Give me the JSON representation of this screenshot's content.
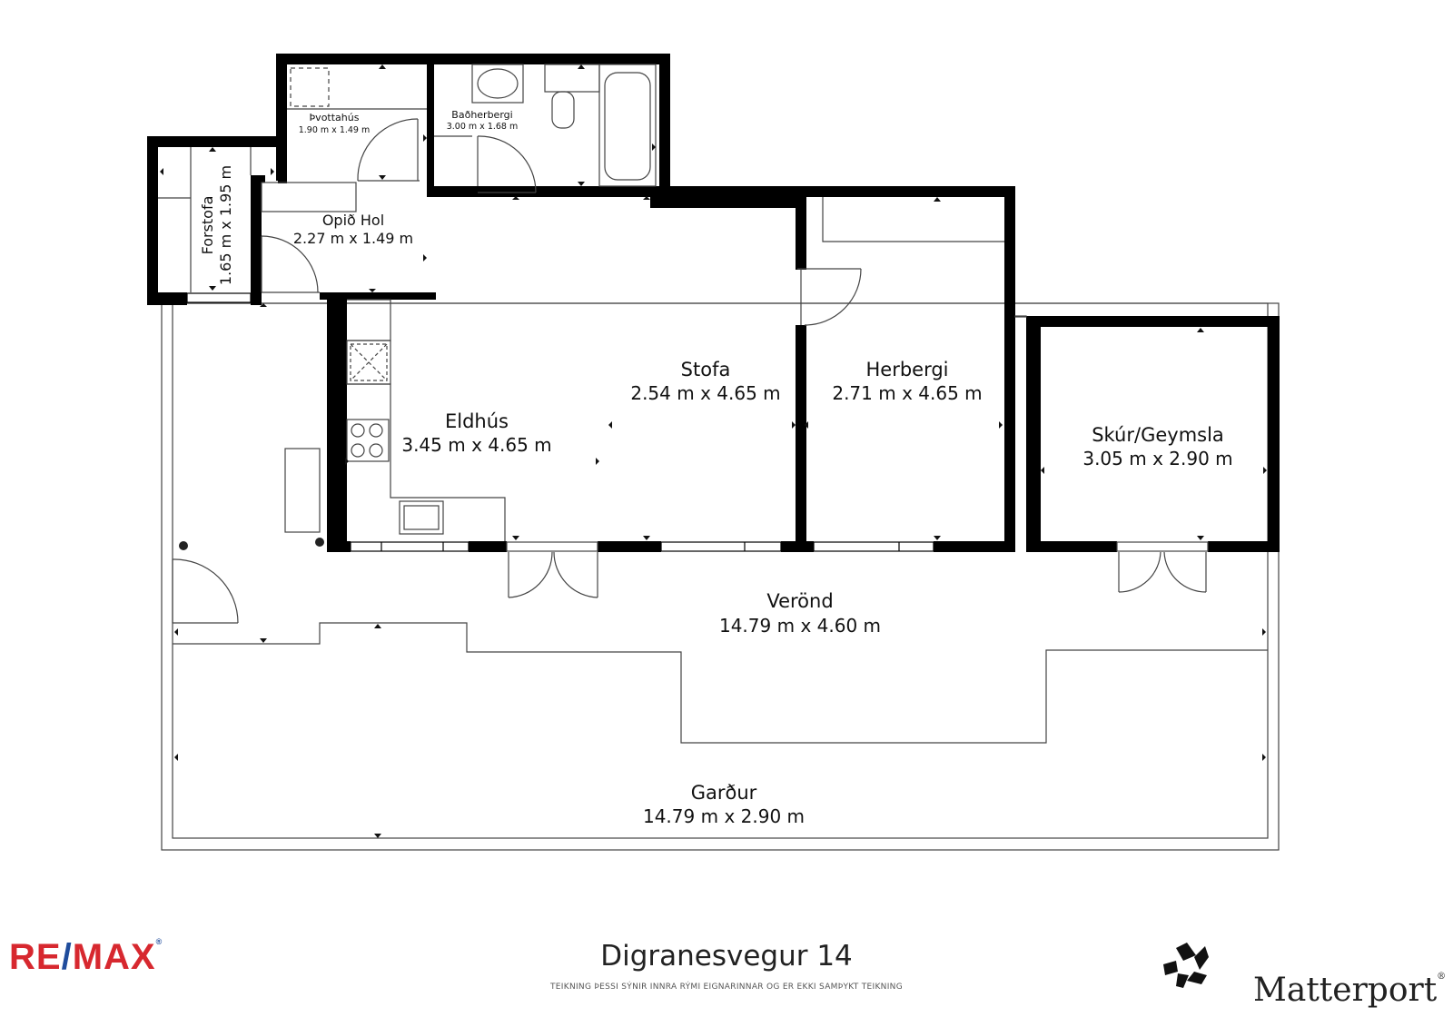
{
  "plan_title": "Digranesvegur 14",
  "disclaimer": "TEIKNING ÞESSI SÝNIR INNRA RÝMI EIGNARINNAR OG ER EKKI SAMÞYKT TEIKNING",
  "brand_left": {
    "part1": "RE",
    "slash": "/",
    "part2": "MAX",
    "mark": "®",
    "color_red": "#d7282f",
    "color_blue": "#1f4c9c"
  },
  "brand_right": {
    "name": "Matterport",
    "mark": "®"
  },
  "rooms": {
    "thvottahus": {
      "name": "Þvottahús",
      "size": "1.90 m x 1.49 m"
    },
    "badherbergi": {
      "name": "Baðherbergi",
      "size": "3.00 m x 1.68 m"
    },
    "forstofa": {
      "name": "Forstofa",
      "size": "1.65 m x 1.95 m"
    },
    "opid_hol": {
      "name": "Opið Hol",
      "size": "2.27 m x 1.49 m"
    },
    "stofa": {
      "name": "Stofa",
      "size": "2.54 m x 4.65 m"
    },
    "herbergi": {
      "name": "Herbergi",
      "size": "2.71 m x 4.65 m"
    },
    "eldhus": {
      "name": "Eldhús",
      "size": "3.45 m x 4.65 m"
    },
    "skur": {
      "name": "Skúr/Geymsla",
      "size": "3.05 m x 2.90 m"
    },
    "verond": {
      "name": "Verönd",
      "size": "14.79 m x 4.60 m"
    },
    "gardur": {
      "name": "Garður",
      "size": "14.79 m x 2.90 m"
    }
  }
}
